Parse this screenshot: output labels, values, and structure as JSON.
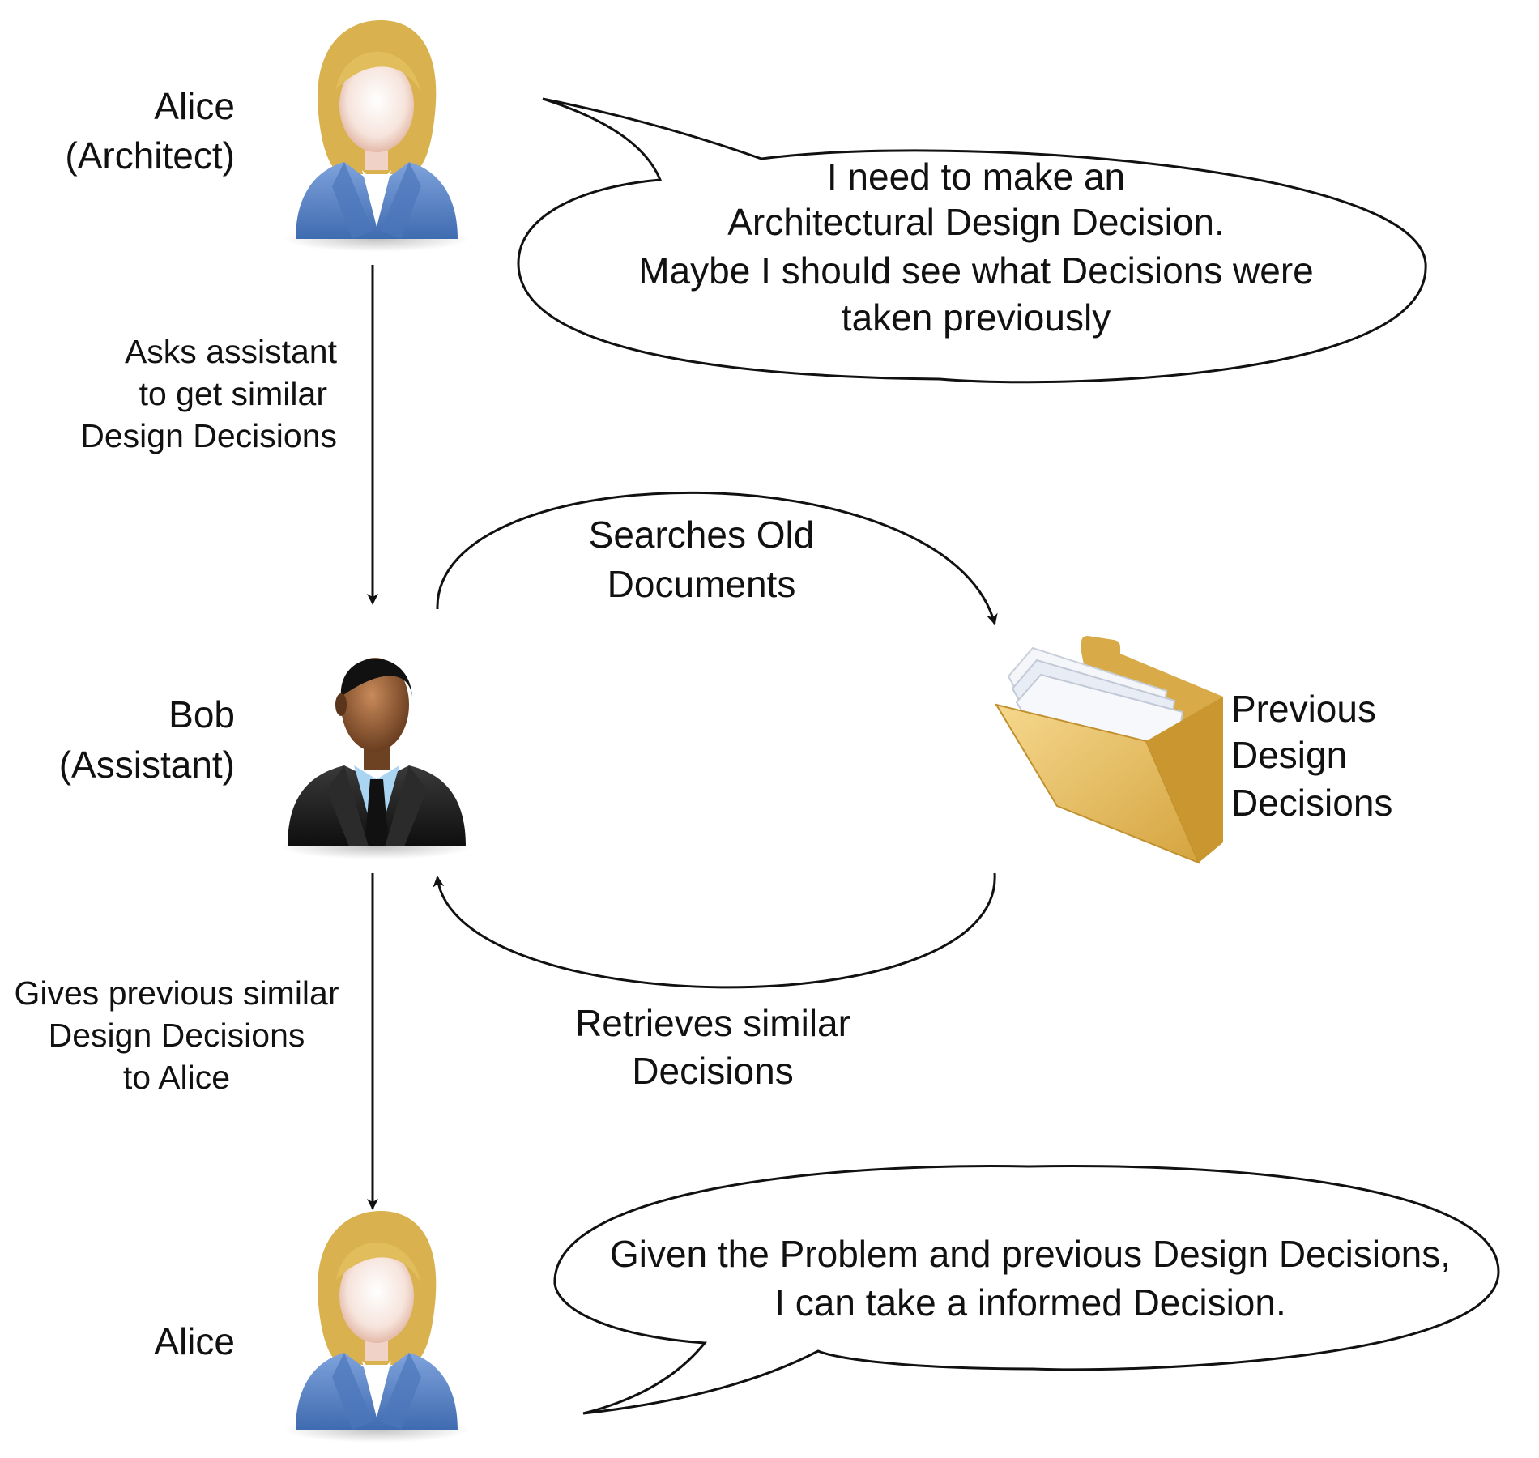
{
  "actors": {
    "alice_top": {
      "name": "Alice",
      "role": "(Architect)"
    },
    "bob": {
      "name": "Bob",
      "role": "(Assistant)"
    },
    "alice_bottom": {
      "name": "Alice"
    }
  },
  "bubbles": {
    "top": {
      "lines": [
        "I need to make an",
        "Architectural Design Decision.",
        "Maybe I should see what Decisions were",
        "taken previously"
      ]
    },
    "bottom": {
      "lines": [
        "Given the Problem and previous Design Decisions,",
        "I can take a informed Decision."
      ]
    }
  },
  "edges": {
    "ask": {
      "lines": [
        "Asks assistant",
        "to get similar",
        "Design Decisions"
      ]
    },
    "search": {
      "lines": [
        "Searches Old",
        "Documents"
      ]
    },
    "retrieve": {
      "lines": [
        "Retrieves similar",
        "Decisions"
      ]
    },
    "give": {
      "lines": [
        "Gives previous similar",
        "Design Decisions",
        "to Alice"
      ]
    }
  },
  "repository": {
    "lines": [
      "Previous",
      "Design",
      "Decisions"
    ],
    "icon": "folder-icon"
  },
  "colors": {
    "line": "#111111",
    "alice_jacket": "#5b86c9",
    "alice_hair": "#d9b24f",
    "bob_suit": "#1c1c1c",
    "bob_skin": "#8a5530",
    "folder": "#e9c162"
  }
}
